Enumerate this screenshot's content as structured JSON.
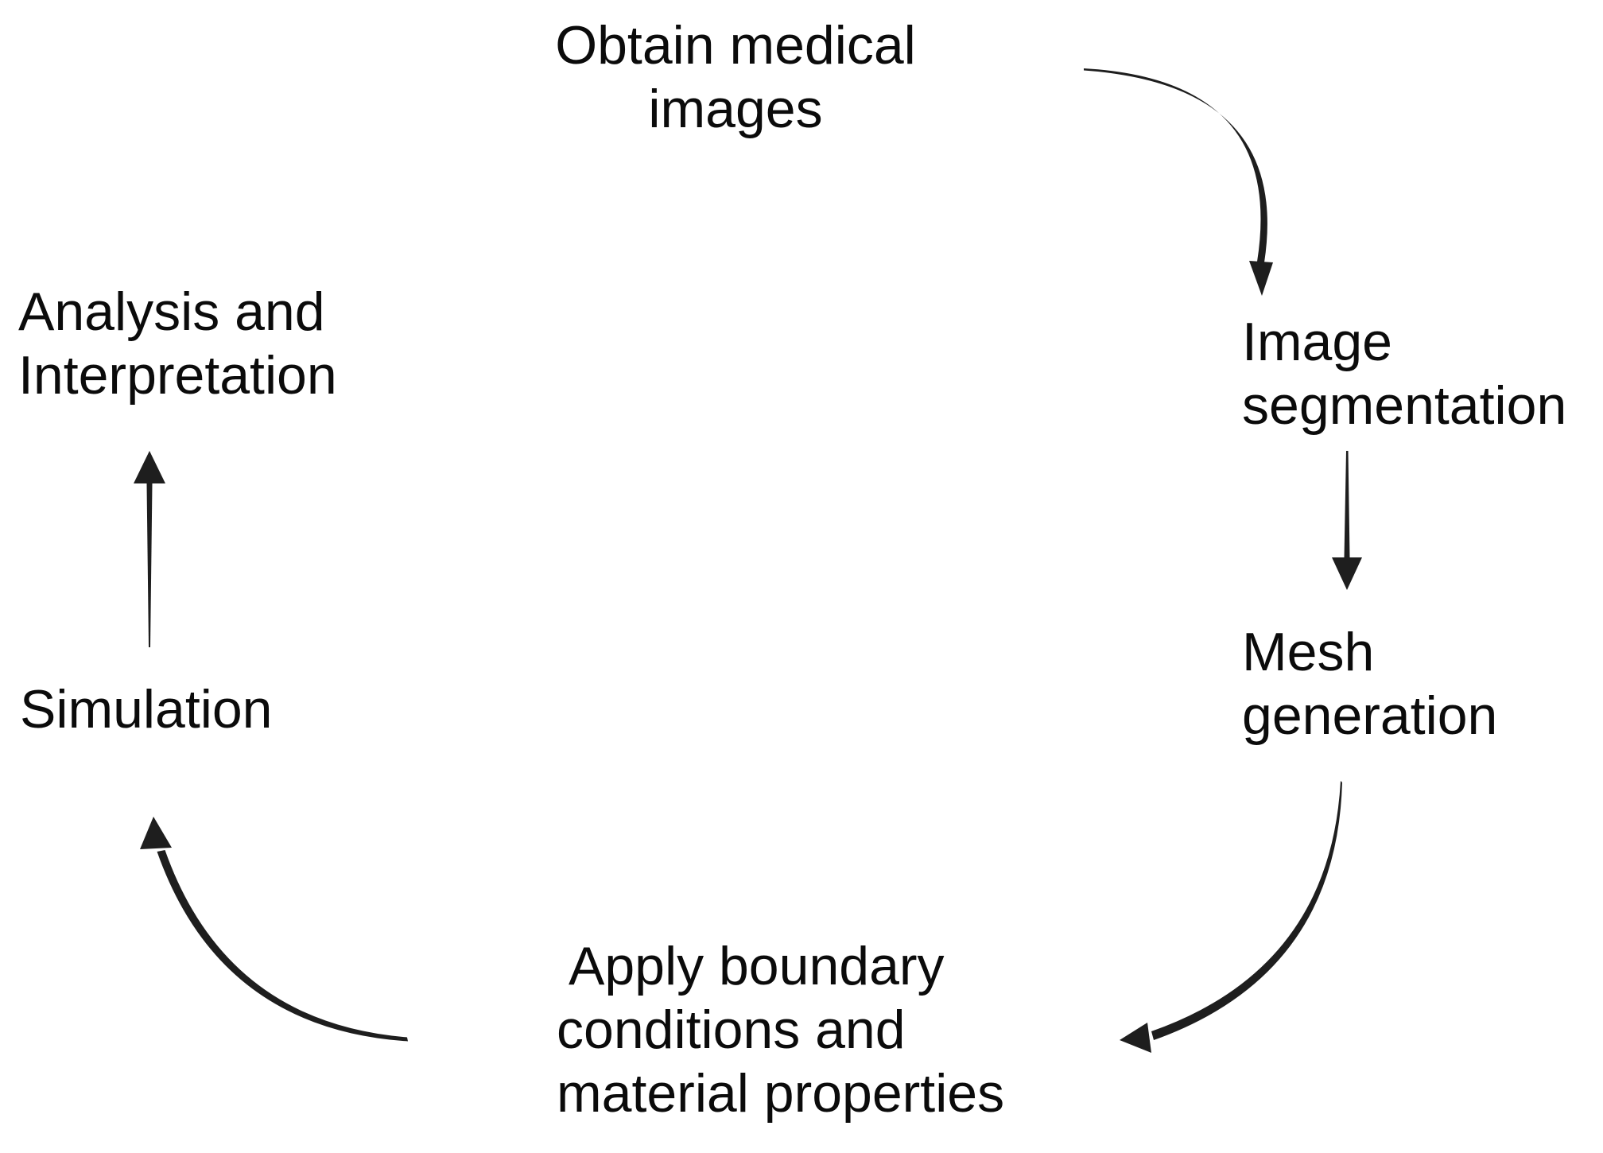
{
  "colors": {
    "text": "#0b0b0b",
    "arrow": "#1e1e1e",
    "background": "#ffffff"
  },
  "diagram_type": "cyclic-workflow-flowchart",
  "nodes": {
    "obtain_medical_images": {
      "label": "Obtain medical images",
      "lines": [
        "Obtain medical",
        "images"
      ]
    },
    "image_segmentation": {
      "label": "Image segmentation",
      "lines": [
        "Image",
        "segmentation"
      ]
    },
    "mesh_generation": {
      "label": "Mesh generation",
      "lines": [
        "Mesh",
        "generation"
      ]
    },
    "apply_boundary": {
      "label": "Apply boundary conditions and material properties",
      "lines": [
        "Apply boundary",
        "conditions and",
        "material properties"
      ]
    },
    "simulation": {
      "label": "Simulation",
      "lines": [
        "Simulation"
      ]
    },
    "analysis_interpretation": {
      "label": "Analysis and Interpretation",
      "lines": [
        "Analysis and",
        "Interpretation"
      ]
    }
  },
  "edges": [
    {
      "from": "Obtain medical images",
      "to": "Image segmentation",
      "style": "curved",
      "direction": "down-right"
    },
    {
      "from": "Image segmentation",
      "to": "Mesh generation",
      "style": "straight",
      "direction": "down"
    },
    {
      "from": "Mesh generation",
      "to": "Apply boundary conditions and material properties",
      "style": "curved",
      "direction": "down-left"
    },
    {
      "from": "Apply boundary conditions and material properties",
      "to": "Simulation",
      "style": "curved",
      "direction": "up-left"
    },
    {
      "from": "Simulation",
      "to": "Analysis and Interpretation",
      "style": "straight",
      "direction": "up"
    }
  ]
}
